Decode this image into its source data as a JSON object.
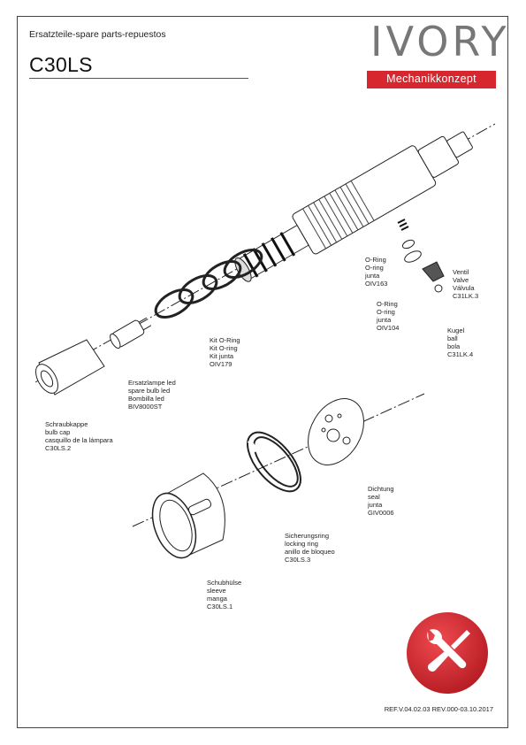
{
  "header": {
    "subtitle": "Ersatzteile-spare parts-repuestos",
    "model": "C30LS"
  },
  "logo": {
    "name": "IVORY",
    "tagline": "Mechanikkonzept",
    "accent_color": "#d8262e"
  },
  "parts": {
    "oring_oiv163": [
      "O-Ring",
      "O-ring",
      "junta",
      "OIV163"
    ],
    "valve": [
      "Ventil",
      "Valve",
      "Válvula",
      "C31LK.3"
    ],
    "oring_oiv104": [
      "O-Ring",
      "O-ring",
      "junta",
      "OIV104"
    ],
    "ball": [
      "Kugel",
      "ball",
      "bola",
      "C31LK.4"
    ],
    "kit_oring": [
      "Kit O-Ring",
      "Kit O-ring",
      "Kit junta",
      "OIV179"
    ],
    "bulb": [
      "Ersatzlampe led",
      "spare bulb led",
      "Bombilla led",
      "BIV8000ST"
    ],
    "bulb_cap": [
      "Schraubkappe",
      "bulb cap",
      "casquillo de la lámpara",
      "C30LS.2"
    ],
    "seal": [
      "Dichtung",
      "seal",
      "junta",
      "GIV0006"
    ],
    "locking_ring": [
      "Sicherungsring",
      "locking ring",
      "anillo de bloqueo",
      "C30LS.3"
    ],
    "sleeve": [
      "Schubhülse",
      "sleeve",
      "manga",
      "C30LS.1"
    ]
  },
  "footer": {
    "reference": "REF.V.04.02.03 REV.000-03.10.2017"
  },
  "icons": {
    "badge": "wrench-screwdriver-icon",
    "badge_color": "#d8262e"
  }
}
